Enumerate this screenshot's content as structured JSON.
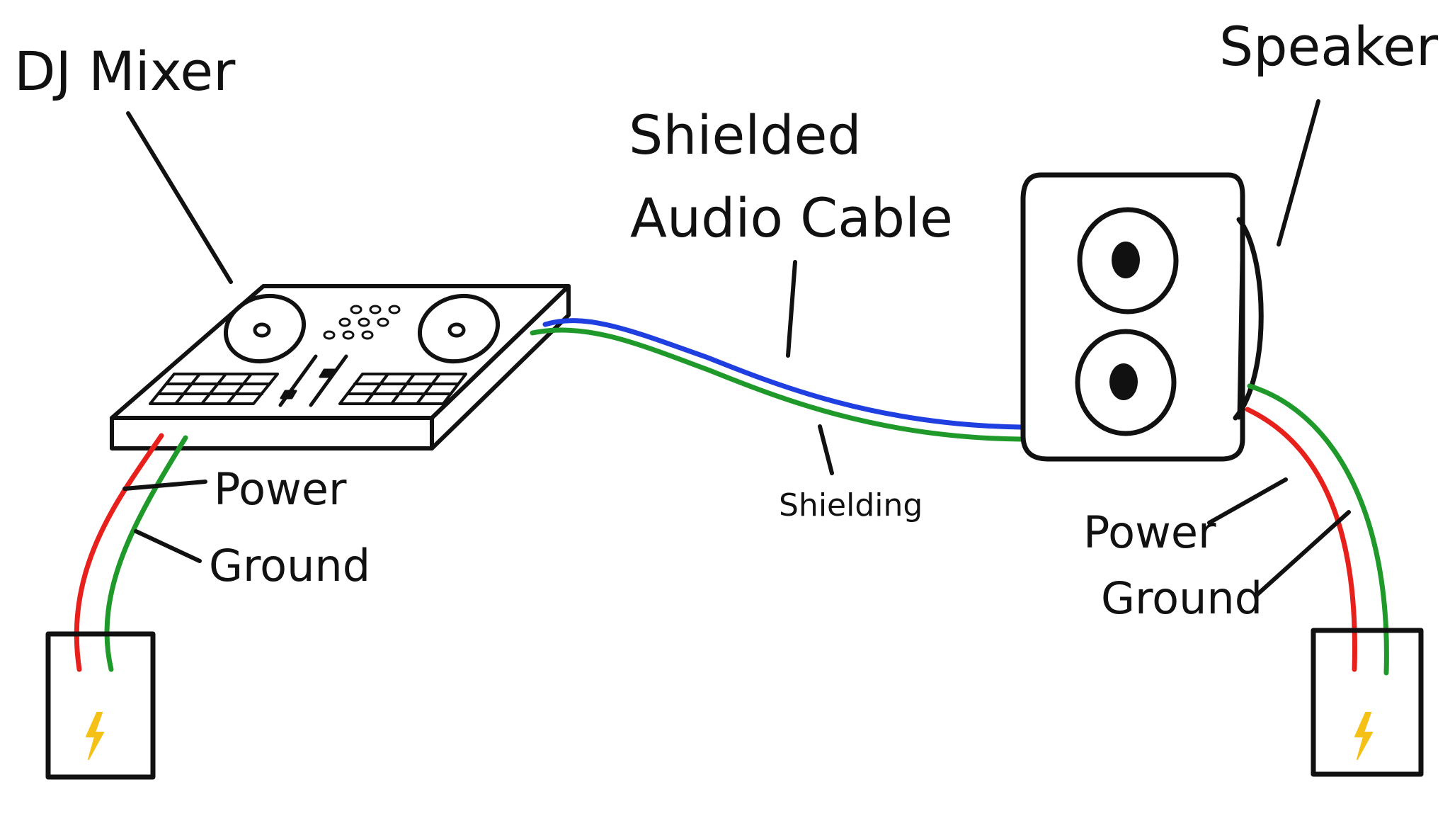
{
  "labels": {
    "mixer": "DJ Mixer",
    "speaker": "Speaker",
    "cable_line1": "Shielded",
    "cable_line2": "Audio Cable",
    "shielding": "Shielding",
    "left_power": "Power",
    "left_ground": "Ground",
    "right_power": "Power",
    "right_ground": "Ground"
  },
  "colors": {
    "ink": "#111111",
    "power_wire": "#e8201c",
    "ground_wire": "#1f9a2a",
    "signal_wire": "#1f3fe0",
    "bolt": "#f5c116",
    "background": "#ffffff"
  },
  "icons": {
    "outlet_symbol": "lightning-bolt-icon"
  }
}
